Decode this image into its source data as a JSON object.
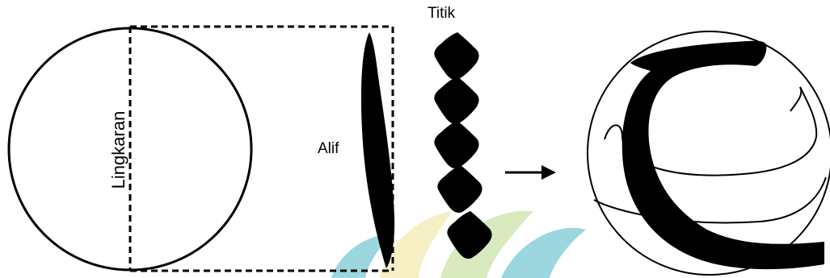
{
  "labels": {
    "circle_label": "Lingkaran",
    "alif_label": "Alif",
    "dots_label": "Titik"
  },
  "figures": {
    "circle": "circle-with-dashed-diameter",
    "alif": "alif-stroke",
    "dots": "rhombic-dot-stack",
    "arrow": "right-arrow-icon",
    "result": "letter-ha-in-circle"
  },
  "dot_count": 5,
  "colors": {
    "ink": "#000000",
    "watermark_teal": "#4db6c4",
    "watermark_yellow": "#f2e394",
    "watermark_green": "#b9d98a"
  }
}
